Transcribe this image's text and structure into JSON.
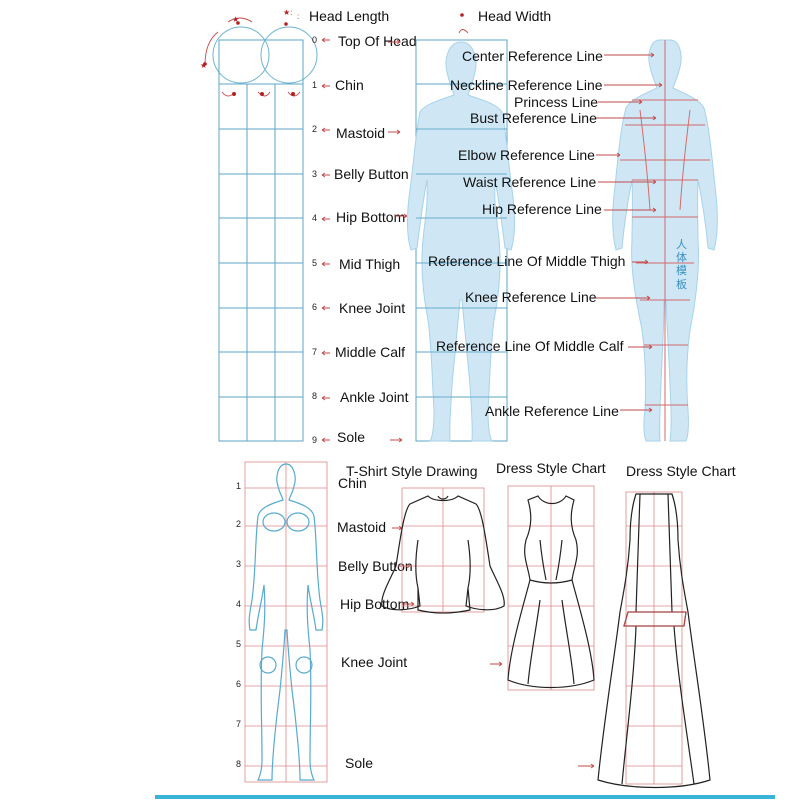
{
  "top_header": {
    "head_length": "Head Length",
    "head_width": "Head Width"
  },
  "head_grid_labels": [
    {
      "num": "0",
      "label": "Top Of Head"
    },
    {
      "num": "1",
      "label": "Chin"
    },
    {
      "num": "2",
      "label": "Mastoid"
    },
    {
      "num": "3",
      "label": "Belly Button"
    },
    {
      "num": "4",
      "label": "Hip Bottom"
    },
    {
      "num": "5",
      "label": "Mid Thigh"
    },
    {
      "num": "6",
      "label": "Knee Joint"
    },
    {
      "num": "7",
      "label": "Middle Calf"
    },
    {
      "num": "8",
      "label": "Ankle Joint"
    },
    {
      "num": "9",
      "label": "Sole"
    }
  ],
  "reference_lines": [
    "Center Reference Line",
    "Neckline Reference Line",
    "Princess Line",
    "Bust Reference Line",
    "Elbow Reference Line",
    "Waist Reference Line",
    "Hip Reference Line",
    "Reference Line Of Middle Thigh",
    "Knee Reference Line",
    "Reference Line Of Middle Calf",
    "Ankle Reference Line"
  ],
  "mannequin_chinese": [
    "人",
    "体",
    "模",
    "板"
  ],
  "bottom_grid": {
    "numbers": [
      "1",
      "2",
      "3",
      "4",
      "5",
      "6",
      "7",
      "8"
    ],
    "labels": [
      "Chin",
      "Mastoid",
      "Belly Button",
      "Hip Bottom",
      "Knee Joint",
      "Sole"
    ]
  },
  "style_titles": {
    "tshirt": "T-Shirt Style Drawing",
    "dress1": "Dress Style Chart",
    "dress2": "Dress Style Chart"
  },
  "colors": {
    "body": "#cfe7f5",
    "grid": "#5fa6c6",
    "reference": "#d46a6a",
    "bottom_bar": "#39b3d6"
  }
}
